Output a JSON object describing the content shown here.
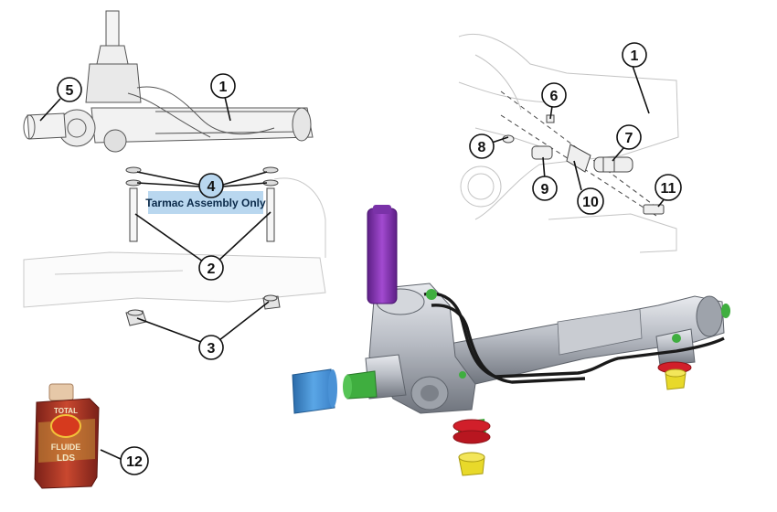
{
  "callouts": {
    "c1a": "1",
    "c2": "2",
    "c3": "3",
    "c4": "4",
    "c5": "5",
    "c1b": "1",
    "c6": "6",
    "c7": "7",
    "c8": "8",
    "c9": "9",
    "c10": "10",
    "c11": "11",
    "c12": "12"
  },
  "banner": {
    "text": "Tarmac Assembly Only",
    "color": "#b9d7ef"
  },
  "bottle": {
    "brand": "TOTAL",
    "product_line1": "FLUIDE",
    "product_line2": "LDS"
  },
  "colors": {
    "steering_shaft": "#8a35b8",
    "fitting_green": "#3fae3f",
    "bushing_red": "#d11f2a",
    "nut_yellow": "#e8d92a",
    "boot_blue": "#3a7fc6",
    "housing_grey": "#b8bcc4",
    "line_black": "#1a1a1a"
  }
}
